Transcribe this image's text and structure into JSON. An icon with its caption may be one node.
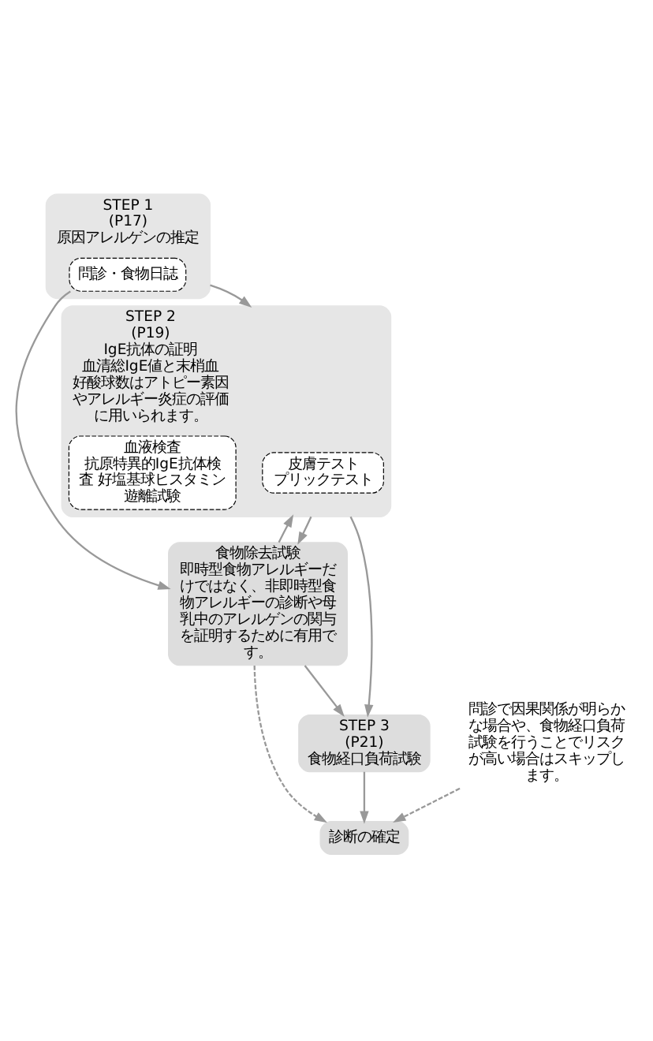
{
  "diagram": {
    "nodes": [
      {
        "text": [
          "STEP 1",
          "(P17)",
          "原因アレルゲンの推定"
        ]
      },
      {
        "text": [
          "問診・食物日誌"
        ],
        "in": 0
      },
      {
        "text": [
          "STEP 2",
          "(P19)",
          "IgE抗体の証明",
          "血清総IgE値と末梢血好酸球数はアトピー素因やアレルギー炎症の評価に用いられます。"
        ]
      },
      {
        "text": [
          "皮膚テスト",
          "プリックテスト"
        ],
        "in": 2
      },
      {
        "text": [
          "血液検査",
          "抗原特異的IgE抗体検査 好塩基球ヒスタミン遊離試験"
        ],
        "in": 2
      },
      {
        "text": [
          "食物除去試験",
          "即時型食物アレルギーだけではなく、非即時型食物アレルギーの診断や母乳中のアレルゲンの関与を証明するために有用です。"
        ]
      },
      {
        "text": [
          "STEP 3",
          "(P21)",
          "食物経口負荷試験"
        ]
      },
      {
        "text": [
          "診断の確定"
        ]
      },
      {
        "text": [
          "問診で因果関係が明らかな場合や、食物経口負荷試験を行うことでリスクが高い場合はスキップします。"
        ]
      }
    ],
    "edges": [
      {
        "from": 0,
        "to": 2,
        "arrow": "to"
      },
      {
        "from": 1,
        "to": 5,
        "arrow": "to"
      },
      {
        "from": 5,
        "to": 2,
        "arrow": "to"
      },
      {
        "from": 2,
        "to": 5,
        "arrow": "to"
      },
      {
        "from": 5,
        "to": 6,
        "arrow": "to"
      },
      {
        "from": 5,
        "to": 7,
        "arrow": "to",
        "style": "dashed"
      },
      {
        "from": 2,
        "to": 6,
        "arrow": "to"
      },
      {
        "from": 6,
        "to": 7,
        "arrow": "to"
      },
      {
        "from": 8,
        "to": 7,
        "arrow": "to",
        "style": "dashed"
      }
    ]
  }
}
